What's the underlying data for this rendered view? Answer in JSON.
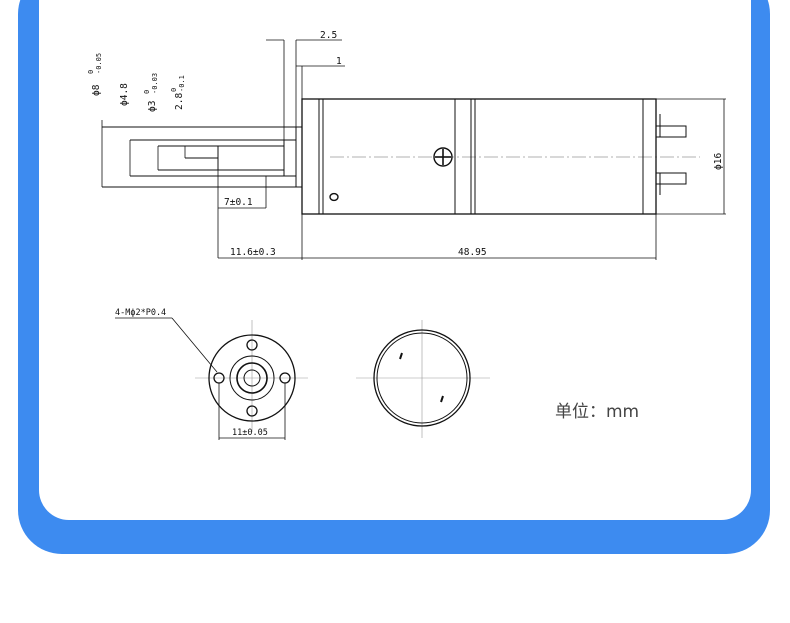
{
  "units_label": "单位：mm",
  "side_view": {
    "dim_gap_top": "2.5",
    "dim_gap_bottom": "1",
    "dim_flange_dia": "ϕ8",
    "tol_flange": [
      "0",
      "-0.05"
    ],
    "dim_shaft_outer": "ϕ4.8",
    "dim_shaft_dia": "ϕ3",
    "tol_shaft": [
      "0",
      "-0.03"
    ],
    "dim_flat": "2.8",
    "tol_flat": [
      "0",
      "-0.1"
    ],
    "dim_flat_len": "7±0.1",
    "dim_shaft_len": "11.6±0.3",
    "dim_body_len": "48.95",
    "dim_body_dia": "ϕ16"
  },
  "front_view": {
    "holes_label": "4-Mϕ2*P0.4",
    "dim_hole_spacing": "11±0.05"
  },
  "colors": {
    "frame_blue": "#3d8bf0",
    "line": "#111111"
  }
}
